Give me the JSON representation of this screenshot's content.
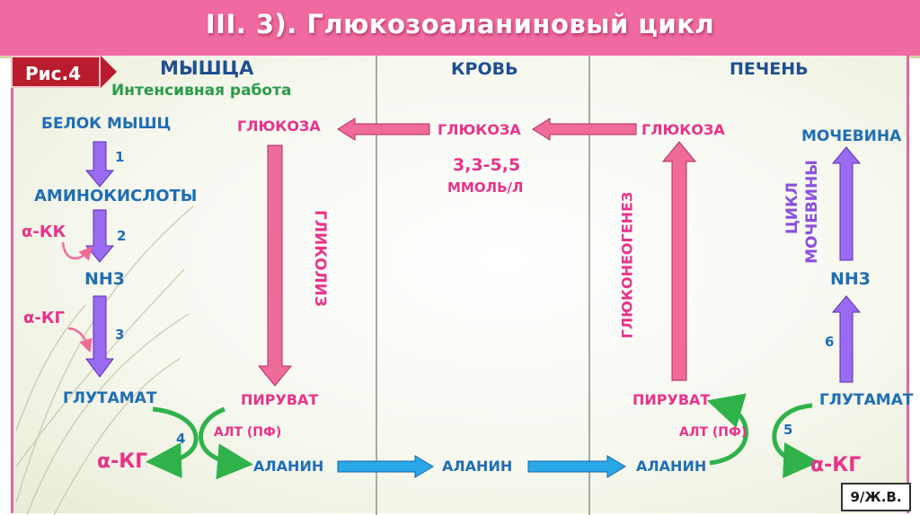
{
  "slide": {
    "title": "III. 3). Глюкозоаланиновый цикл",
    "figure_label": "Рис.4",
    "page_ref": "9/Ж.В."
  },
  "columns": {
    "muscle": "МЫШЦА",
    "muscle_sub": "Интенсивная работа",
    "blood": "КРОВЬ",
    "liver": "ПЕЧЕНЬ"
  },
  "muscle": {
    "protein": "БЕЛОК МЫШЦ",
    "step1": "1",
    "amino_acids": "АМИНОКИСЛОТЫ",
    "akk": "α-КК",
    "step2": "2",
    "nh3": "NH3",
    "akg_in": "α-КГ",
    "step3": "3",
    "glutamate": "ГЛУТАМАТ",
    "glucose": "ГЛЮКОЗА",
    "glycolysis": "ГЛИКОЛИЗ",
    "pyruvate": "ПИРУВАТ",
    "alt": "АЛТ (ПФ)",
    "step4": "4",
    "akg_out": "α-КГ",
    "alanine": "АЛАНИН"
  },
  "blood": {
    "glucose": "ГЛЮКОЗА",
    "glucose_value": "3,3-5,5",
    "glucose_unit": "ММОЛЬ/Л",
    "alanine": "АЛАНИН"
  },
  "liver": {
    "glucose": "ГЛЮКОЗА",
    "gluconeogenesis": "ГЛЮКОНЕОГЕНЕЗ",
    "pyruvate": "ПИРУВАТ",
    "alt": "АЛТ (ПФ)",
    "step5": "5",
    "alanine": "АЛАНИН",
    "akg": "α-КГ",
    "glutamate": "ГЛУТАМАТ",
    "step6": "6",
    "nh3": "NH3",
    "urea_cycle_1": "ЦИКЛ",
    "urea_cycle_2": "МОЧЕВИНЫ",
    "urea": "МОЧЕВИНА"
  },
  "colors": {
    "pink_arrow": "#f06a9a",
    "purple_arrow": "#9a6af0",
    "blue_arrow": "#29a7e8",
    "green_arrow": "#2fb24a"
  }
}
